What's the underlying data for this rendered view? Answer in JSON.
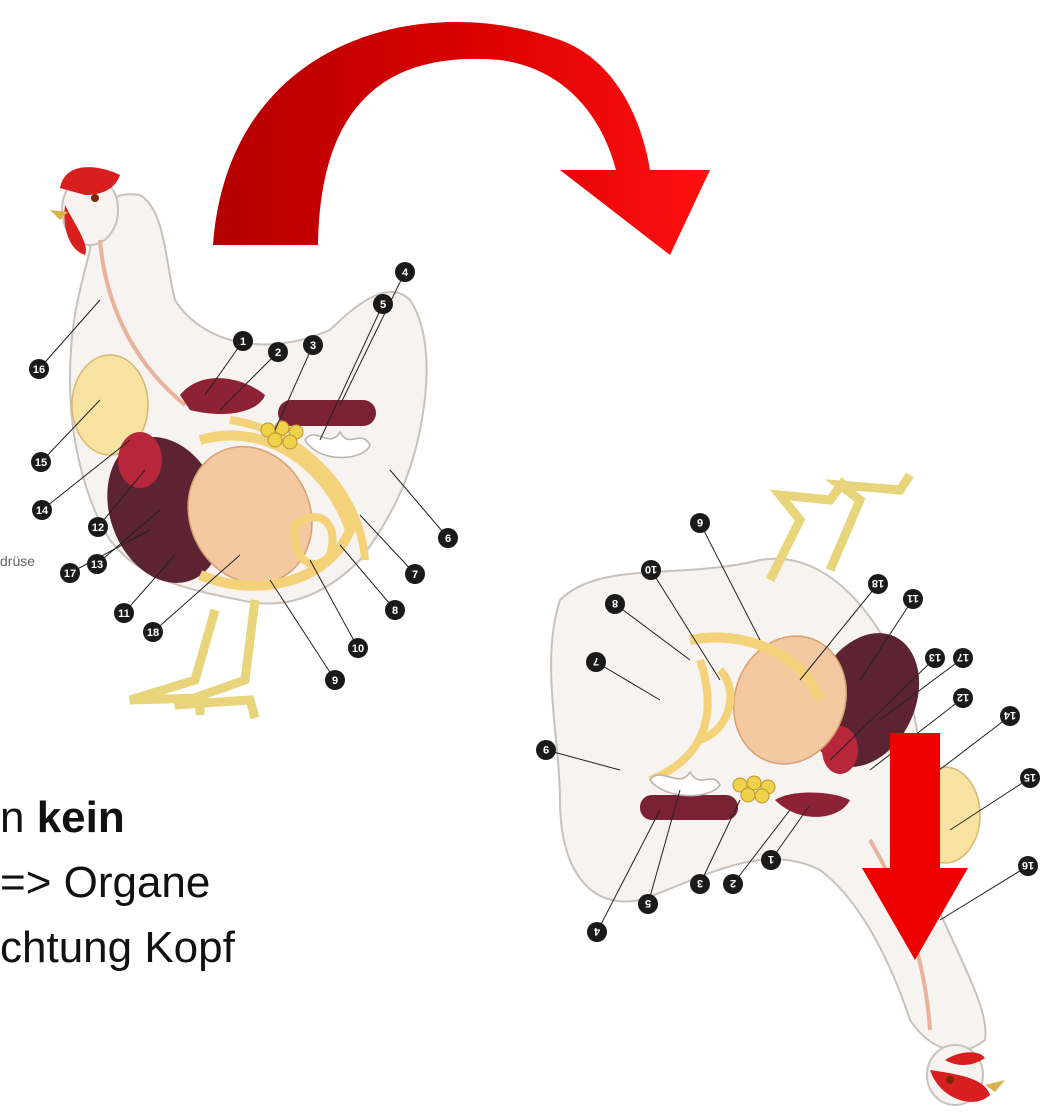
{
  "text_lines": [
    {
      "pre": "n ",
      "bold": "kein"
    },
    {
      "pre": "=> Organe"
    },
    {
      "pre": "chtung Kopf"
    }
  ],
  "side_label": "drüse",
  "left_numbers": [
    "1",
    "2",
    "3",
    "4",
    "5",
    "6",
    "7",
    "8",
    "9",
    "10",
    "11",
    "12",
    "13",
    "14",
    "15",
    "16",
    "17",
    "18"
  ],
  "right_numbers": [
    "1",
    "2",
    "3",
    "4",
    "5",
    "6",
    "7",
    "8",
    "9",
    "10",
    "11",
    "12",
    "13",
    "14",
    "15",
    "16",
    "17",
    "18"
  ],
  "colors": {
    "arrow": "#e00000",
    "arrow_dark": "#a00000",
    "liver": "#5c2433",
    "fat": "#f3d27a",
    "body": "#f6f3f0",
    "comb": "#d81e1e"
  }
}
